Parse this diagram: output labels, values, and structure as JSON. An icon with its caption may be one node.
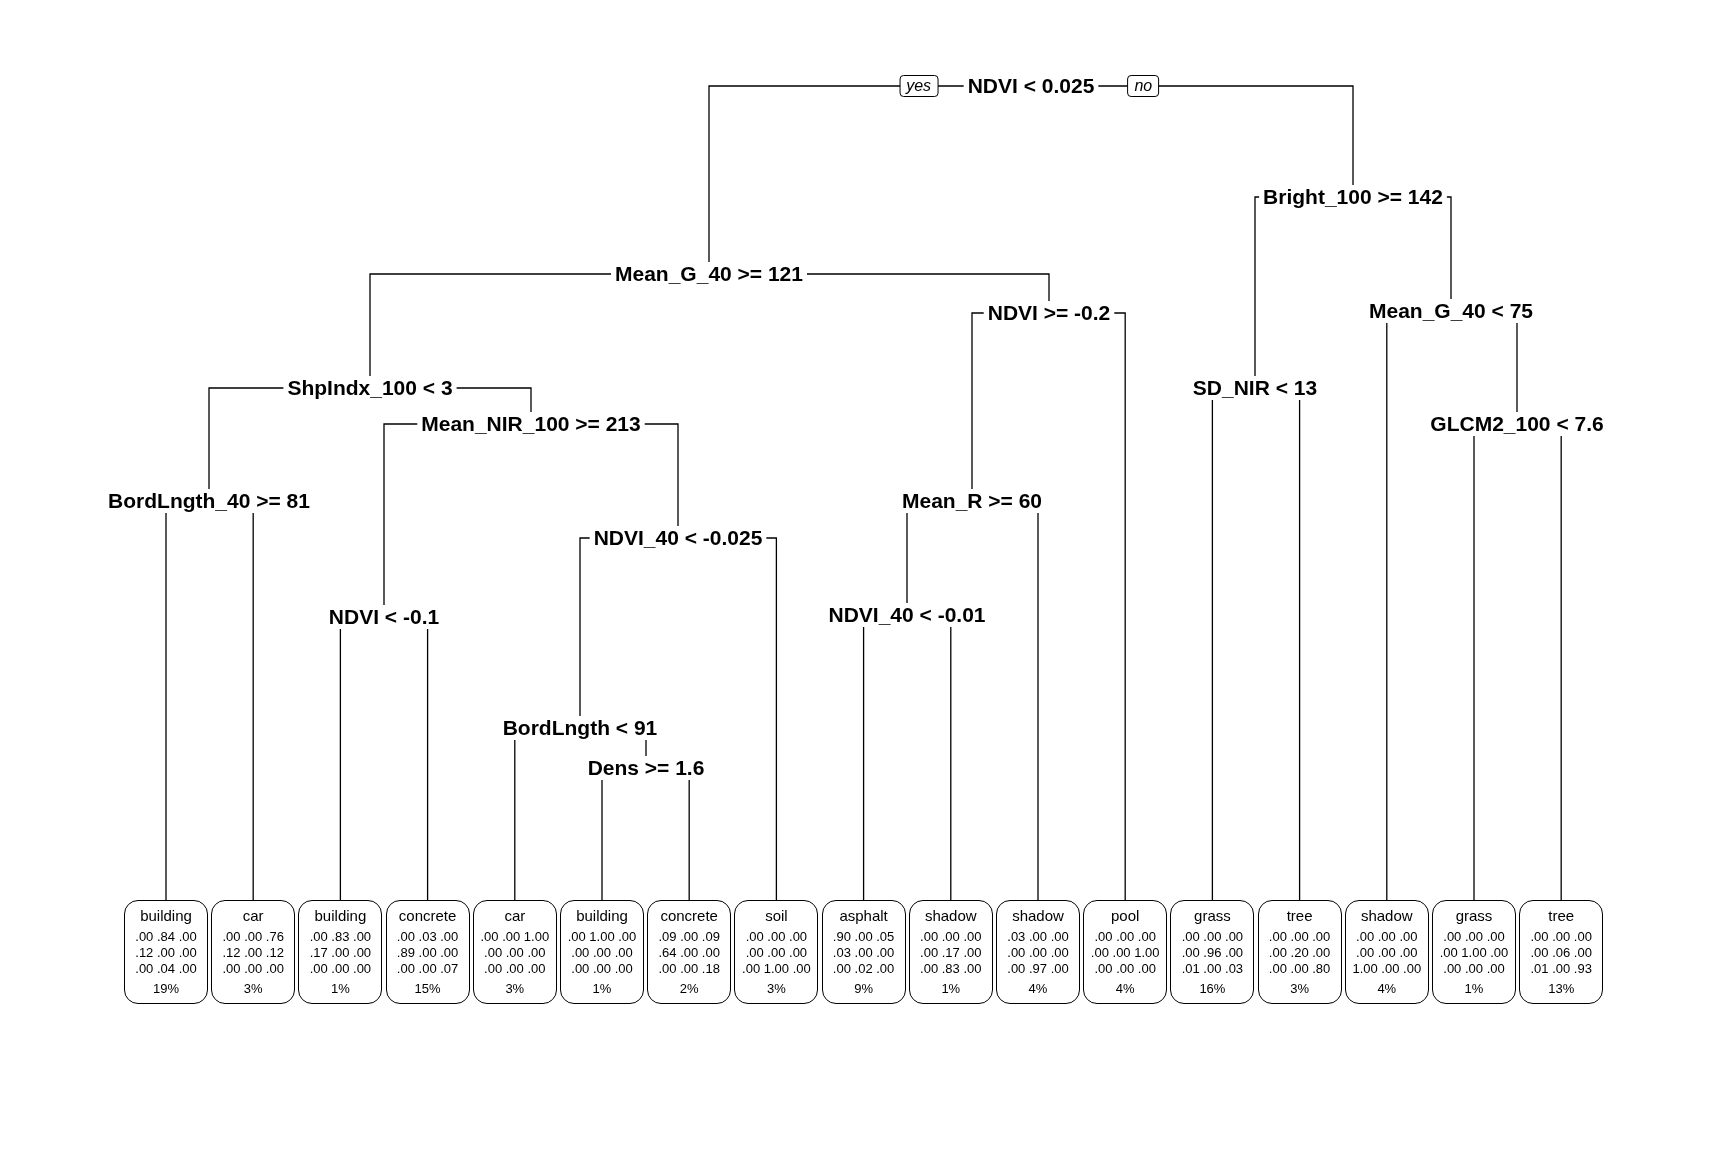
{
  "diagram": {
    "nodes": [
      {
        "text": [
          "NDVI < 0.025"
        ]
      },
      {
        "text": [
          "Mean_G_40 >= 121"
        ]
      },
      {
        "text": [
          "ShpIndx_100 < 3"
        ]
      },
      {
        "text": [
          "BordLngth_40 >= 81"
        ]
      },
      {
        "text": [
          "Mean_NIR_100 >= 213"
        ]
      },
      {
        "text": [
          "NDVI < -0.1"
        ]
      },
      {
        "text": [
          "NDVI_40 < -0.025"
        ]
      },
      {
        "text": [
          "BordLngth < 91"
        ]
      },
      {
        "text": [
          "Dens >= 1.6"
        ]
      },
      {
        "text": [
          "NDVI >= -0.2"
        ]
      },
      {
        "text": [
          "Mean_R >= 60"
        ]
      },
      {
        "text": [
          "NDVI_40 < -0.01"
        ]
      },
      {
        "text": [
          "Bright_100 >= 142"
        ]
      },
      {
        "text": [
          "SD_NIR < 13"
        ]
      },
      {
        "text": [
          "Mean_G_40 < 75"
        ]
      },
      {
        "text": [
          "GLCM2_100 < 7.6"
        ]
      },
      {
        "text": [
          "building",
          ".00 .84 .00 .12 .00 .00 .00 .04 .00",
          "19%"
        ]
      },
      {
        "text": [
          "car",
          ".00 .00 .76 .12 .00 .12 .00 .00 .00",
          "3%"
        ]
      },
      {
        "text": [
          "building",
          ".00 .83 .00 .17 .00 .00 .00 .00 .00",
          "1%"
        ]
      },
      {
        "text": [
          "concrete",
          ".00 .03 .00 .89 .00 .00 .00 .00 .07",
          "15%"
        ]
      },
      {
        "text": [
          "car",
          ".00 .00 1.00 .00 .00 .00 .00 .00 .00",
          "3%"
        ]
      },
      {
        "text": [
          "building",
          ".00 1.00 .00 .00 .00 .00 .00 .00 .00",
          "1%"
        ]
      },
      {
        "text": [
          "concrete",
          ".09 .00 .09 .64 .00 .00 .00 .00 .18",
          "2%"
        ]
      },
      {
        "text": [
          "soil",
          ".00 .00 .00 .00 .00 .00 .00 1.00 .00",
          "3%"
        ]
      },
      {
        "text": [
          "asphalt",
          ".90 .00 .05 .03 .00 .00 .00 .02 .00",
          "9%"
        ]
      },
      {
        "text": [
          "shadow",
          ".00 .00 .00 .00 .17 .00 .00 .83 .00",
          "1%"
        ]
      },
      {
        "text": [
          "shadow",
          ".03 .00 .00 .00 .00 .00 .00 .97 .00",
          "4%"
        ]
      },
      {
        "text": [
          "pool",
          ".00 .00 .00 .00 .00 1.00 .00 .00 .00",
          "4%"
        ]
      },
      {
        "text": [
          "grass",
          ".00 .00 .00 .00 .96 .00 .01 .00 .03",
          "16%"
        ]
      },
      {
        "text": [
          "tree",
          ".00 .00 .00 .00 .20 .00 .00 .00 .80",
          "3%"
        ]
      },
      {
        "text": [
          "shadow",
          ".00 .00 .00 .00 .00 .00 1.00 .00 .00",
          "4%"
        ]
      },
      {
        "text": [
          "grass",
          ".00 .00 .00 .00 1.00 .00 .00 .00 .00",
          "1%"
        ]
      },
      {
        "text": [
          "tree",
          ".00 .00 .00 .00 .06 .00 .01 .00 .93",
          "13%"
        ]
      }
    ],
    "edges": [
      {
        "from": 0,
        "to": 1,
        "arrow": "none",
        "label": "yes"
      },
      {
        "from": 0,
        "to": 12,
        "arrow": "none",
        "label": "no"
      },
      {
        "from": 1,
        "to": 2,
        "arrow": "none"
      },
      {
        "from": 1,
        "to": 9,
        "arrow": "none"
      },
      {
        "from": 2,
        "to": 3,
        "arrow": "none"
      },
      {
        "from": 2,
        "to": 4,
        "arrow": "none"
      },
      {
        "from": 3,
        "to": 16,
        "arrow": "none"
      },
      {
        "from": 3,
        "to": 17,
        "arrow": "none"
      },
      {
        "from": 4,
        "to": 5,
        "arrow": "none"
      },
      {
        "from": 4,
        "to": 6,
        "arrow": "none"
      },
      {
        "from": 5,
        "to": 18,
        "arrow": "none"
      },
      {
        "from": 5,
        "to": 19,
        "arrow": "none"
      },
      {
        "from": 6,
        "to": 7,
        "arrow": "none"
      },
      {
        "from": 6,
        "to": 23,
        "arrow": "none"
      },
      {
        "from": 7,
        "to": 20,
        "arrow": "none"
      },
      {
        "from": 7,
        "to": 8,
        "arrow": "none"
      },
      {
        "from": 8,
        "to": 21,
        "arrow": "none"
      },
      {
        "from": 8,
        "to": 22,
        "arrow": "none"
      },
      {
        "from": 9,
        "to": 10,
        "arrow": "none"
      },
      {
        "from": 9,
        "to": 27,
        "arrow": "none"
      },
      {
        "from": 10,
        "to": 11,
        "arrow": "none"
      },
      {
        "from": 10,
        "to": 26,
        "arrow": "none"
      },
      {
        "from": 11,
        "to": 24,
        "arrow": "none"
      },
      {
        "from": 11,
        "to": 25,
        "arrow": "none"
      },
      {
        "from": 12,
        "to": 13,
        "arrow": "none"
      },
      {
        "from": 12,
        "to": 14,
        "arrow": "none"
      },
      {
        "from": 13,
        "to": 28,
        "arrow": "none"
      },
      {
        "from": 13,
        "to": 29,
        "arrow": "none"
      },
      {
        "from": 14,
        "to": 30,
        "arrow": "none"
      },
      {
        "from": 14,
        "to": 15,
        "arrow": "none"
      },
      {
        "from": 15,
        "to": 31,
        "arrow": "none"
      },
      {
        "from": 15,
        "to": 32,
        "arrow": "none"
      }
    ]
  }
}
